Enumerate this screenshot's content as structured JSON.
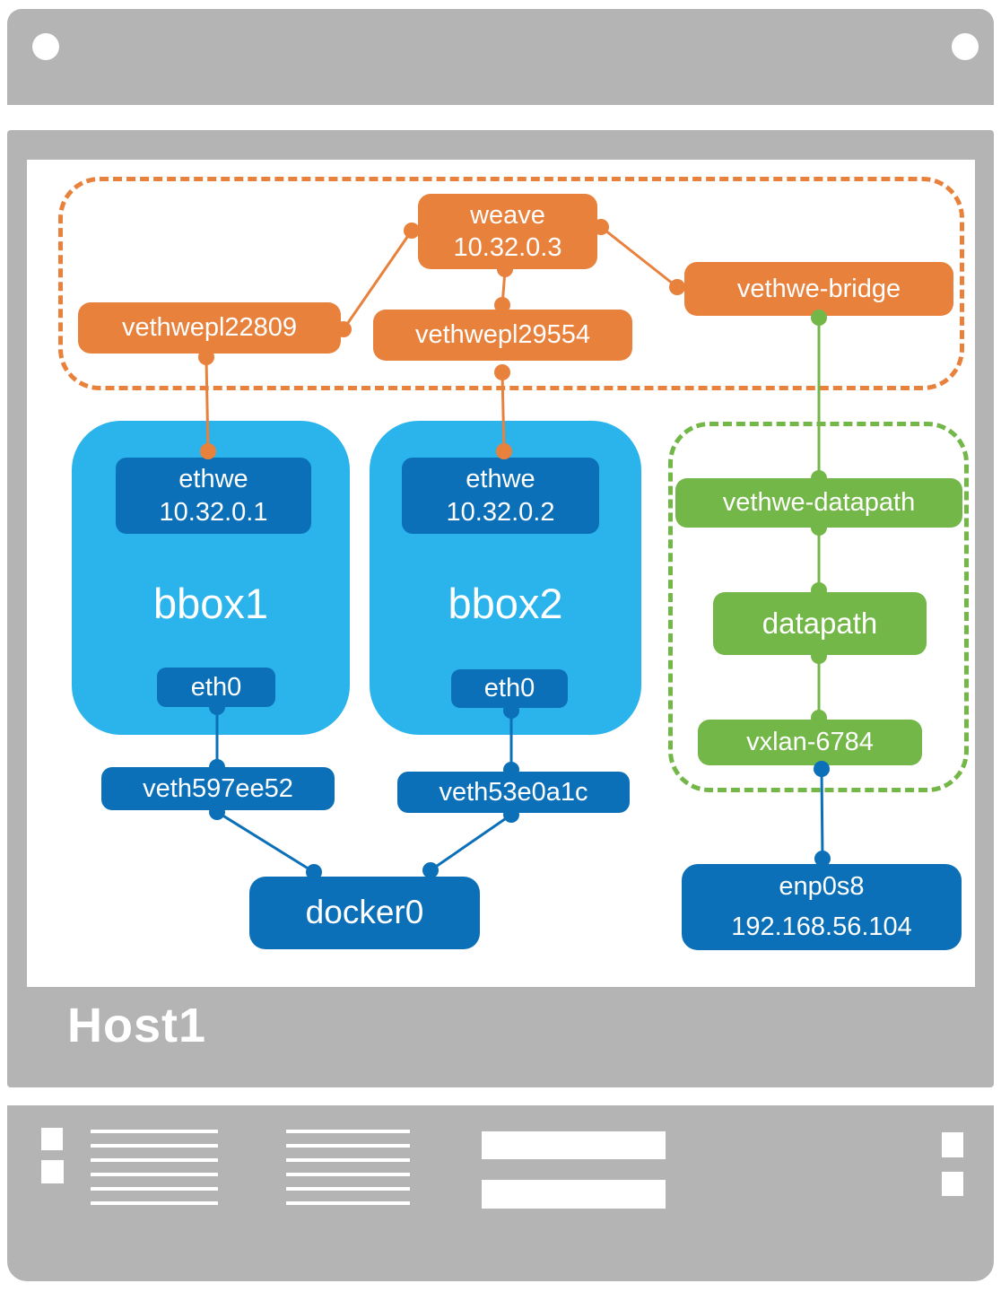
{
  "host": {
    "label": "Host1"
  },
  "colors": {
    "chassis_gray": "#B4B4B4",
    "orange": "#E8813C",
    "light_blue": "#2BB3EB",
    "dark_blue": "#0C70B8",
    "green": "#73B748"
  },
  "weave_group": {
    "weave": {
      "name": "weave",
      "ip": "10.32.0.3"
    },
    "veth_pl_1": {
      "name": "vethwepl22809"
    },
    "veth_pl_2": {
      "name": "vethwepl29554"
    },
    "bridge": {
      "name": "vethwe-bridge"
    }
  },
  "containers": {
    "bbox1": {
      "name": "bbox1",
      "ethwe": "ethwe",
      "ethwe_ip": "10.32.0.1",
      "eth0": "eth0"
    },
    "bbox2": {
      "name": "bbox2",
      "ethwe": "ethwe",
      "ethwe_ip": "10.32.0.2",
      "eth0": "eth0"
    }
  },
  "host_veths": {
    "veth1": {
      "name": "veth597ee52"
    },
    "veth2": {
      "name": "veth53e0a1c"
    }
  },
  "docker_bridge": {
    "name": "docker0"
  },
  "datapath_group": {
    "veth_datapath": {
      "name": "vethwe-datapath"
    },
    "datapath": {
      "name": "datapath"
    },
    "vxlan": {
      "name": "vxlan-6784"
    }
  },
  "nic": {
    "name": "enp0s8",
    "ip": "192.168.56.104"
  }
}
